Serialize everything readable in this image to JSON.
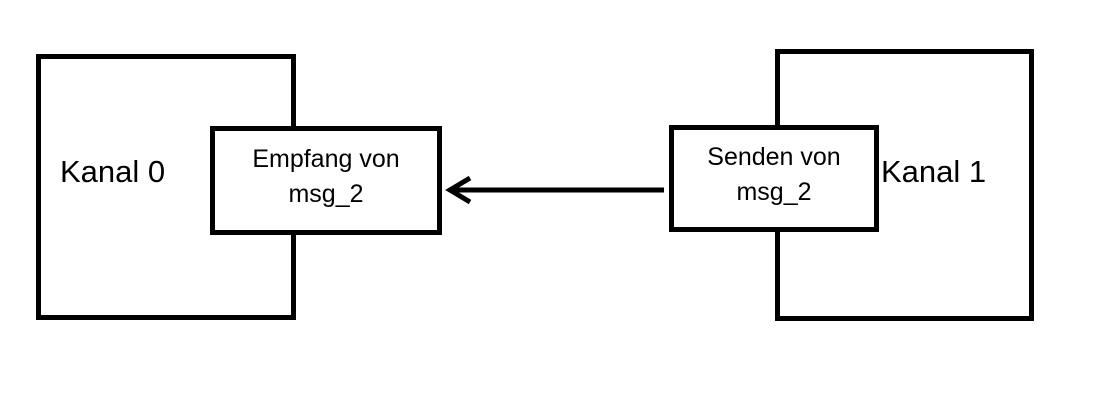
{
  "diagram": {
    "channel_left": {
      "label": "Kanal 0"
    },
    "channel_right": {
      "label": "Kanal 1"
    },
    "receive_box": {
      "line1": "Empfang von",
      "line2": "msg_2"
    },
    "send_box": {
      "line1": "Senden von",
      "line2": "msg_2"
    },
    "arrow": {
      "from": "send_box",
      "to": "receive_box",
      "color": "#000000"
    }
  }
}
